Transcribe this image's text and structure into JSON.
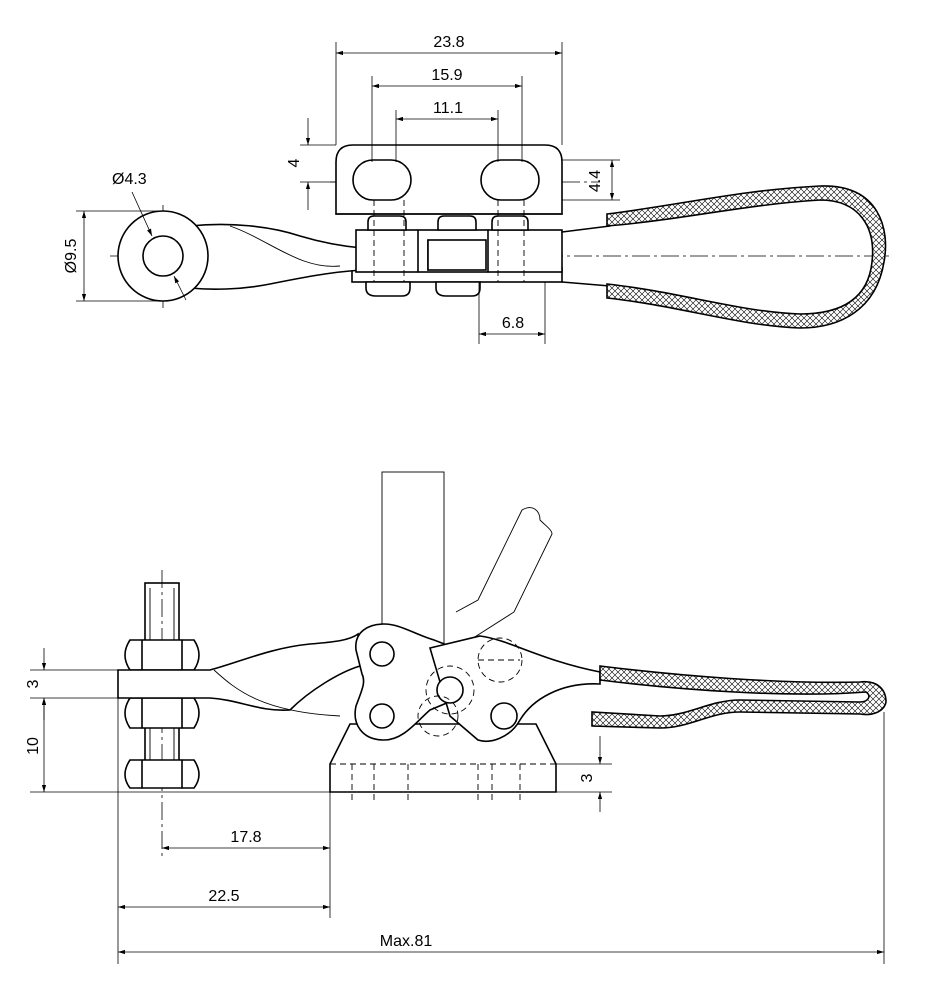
{
  "dimensions": {
    "top_width_outer": "23.8",
    "top_width_mid": "15.9",
    "top_width_inner": "11.1",
    "top_offset_left": "4",
    "top_offset_right": "4.4",
    "hole_diameter": "Ø4.3",
    "eye_diameter": "Ø9.5",
    "plate_width": "6.8",
    "arm_thickness": "3",
    "spindle_height": "10",
    "base_height": "3",
    "spindle_to_base": "17.8",
    "arm_to_base": "22.5",
    "overall_length": "Max.81"
  }
}
